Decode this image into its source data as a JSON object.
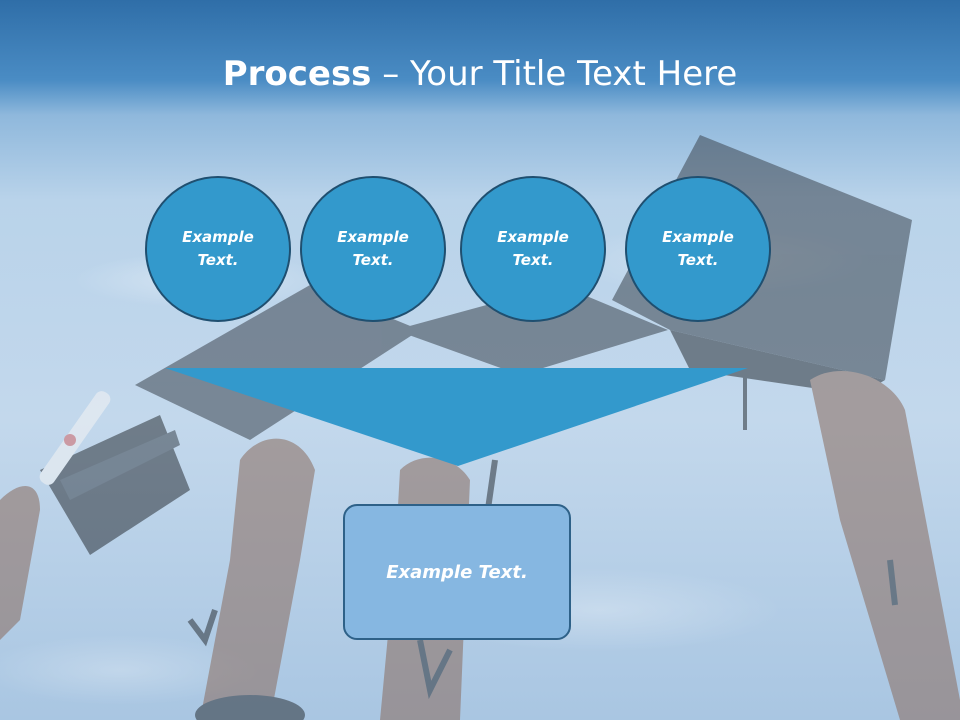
{
  "slide": {
    "title_bold": "Process",
    "title_rest": " – Your Title Text Here",
    "circles": [
      {
        "line1": "Example",
        "line2": "Text."
      },
      {
        "line1": "Example",
        "line2": "Text."
      },
      {
        "line1": "Example",
        "line2": "Text."
      },
      {
        "line1": "Example",
        "line2": "Text."
      }
    ],
    "result_box": "Example Text.",
    "background_image": "graduation-caps-thrown-in-sky",
    "colors": {
      "header_band": "#2f6ea8",
      "circle_fill": "#3399cc",
      "circle_border": "#1f4f70",
      "funnel_fill": "#3399cc",
      "box_fill": "#86b7e1",
      "box_border": "#2e6188"
    }
  }
}
